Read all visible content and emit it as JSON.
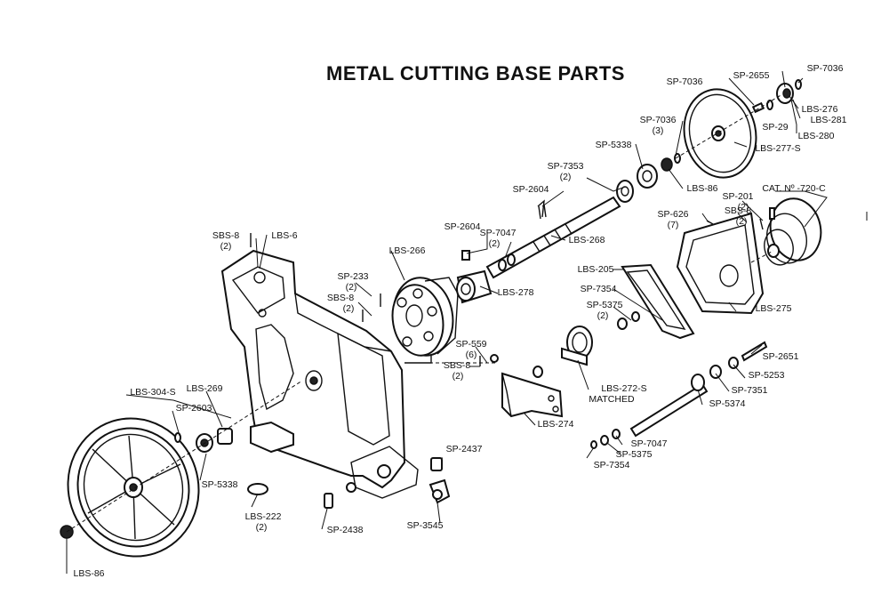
{
  "title": "METAL CUTTING BASE PARTS",
  "labels": {
    "sp7036_a": "SP-7036",
    "sp2655": "SP-2655",
    "sp7036_b": "SP-7036",
    "lbs276": "LBS-276",
    "sp29": "SP-29",
    "lbs281": "LBS-281",
    "lbs280": "LBS-280",
    "sp7036_c": "SP-7036",
    "qty3": "(3)",
    "lbs277s": "LBS-277-S",
    "sp5338_a": "SP-5338",
    "lbs86_a": "LBS-86",
    "sp7353": "SP-7353",
    "qty2_a": "(2)",
    "sp2604_a": "SP-2604",
    "sp201": "SP-201",
    "qty2_b": "(2)",
    "cat720c": "CAT. Nº -720-C",
    "sp626": "SP-626",
    "qty7": "(7)",
    "sbs8_a": "SBS-8",
    "qty2_c": "(2)",
    "sp2604_b": "SP-2604",
    "sp7047_a": "SP-7047",
    "qty2_d": "(2)",
    "lbs268": "LBS-268",
    "sbs8_b": "SBS-8",
    "qty2_e": "(2)",
    "lbs6": "LBS-6",
    "lbs266": "LBS-266",
    "sp233": "SP-233",
    "qty2_f": "(2)",
    "sbs8_c": "SBS-8",
    "qty2_g": "(2)",
    "lbs278": "LBS-278",
    "lbs205": "LBS-205",
    "sp7354_a": "SP-7354",
    "sp5375_a": "SP-5375",
    "qty2_h": "(2)",
    "lbs275": "LBS-275",
    "sp559": "SP-559",
    "qty6": "(6)",
    "sbs8_d": "SBS-8",
    "qty2_i": "(2)",
    "sp2651": "SP-2651",
    "sp5253": "SP-5253",
    "sp7351": "SP-7351",
    "lbs272s": "LBS-272-S",
    "matched": "MATCHED",
    "sp5374": "SP-5374",
    "lbs304s": "LBS-304-S",
    "lbs269": "LBS-269",
    "sp2603": "SP-2603",
    "lbs274": "LBS-274",
    "sp7047_b": "SP-7047",
    "sp5375_b": "SP-5375",
    "sp7354_b": "SP-7354",
    "sp2437": "SP-2437",
    "sp5338_b": "SP-5338",
    "lbs222": "LBS-222",
    "qty2_j": "(2)",
    "sp2438": "SP-2438",
    "sp3545": "SP-3545",
    "lbs86_b": "LBS-86"
  }
}
